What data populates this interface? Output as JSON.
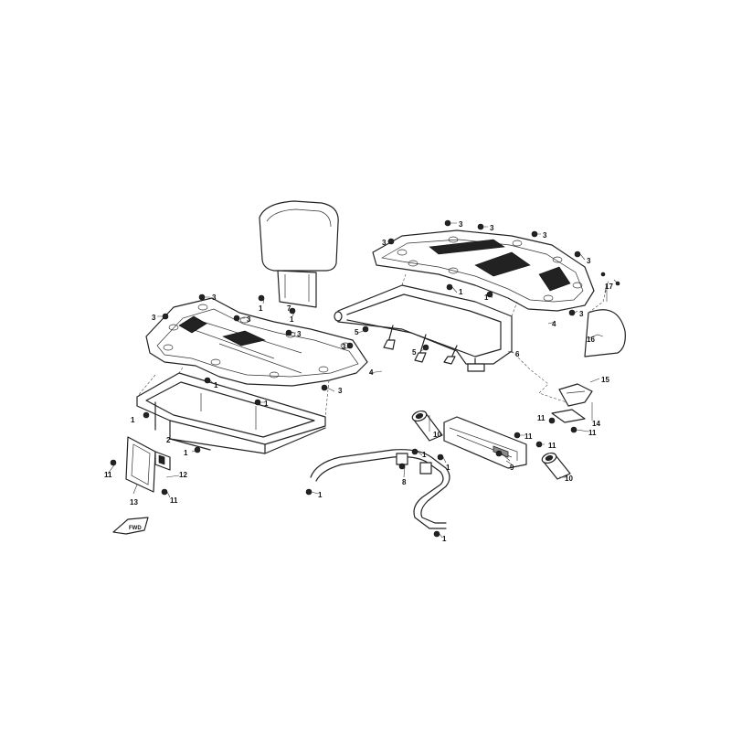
{
  "title": "",
  "callouts": {
    "c1": "1",
    "c2": "2",
    "c3": "3",
    "c4": "4",
    "c5": "5",
    "c6": "6",
    "c7": "7",
    "c8": "8",
    "c9": "9",
    "c10": "10",
    "c11": "11",
    "c12": "12",
    "c13": "13",
    "c14": "14",
    "c15": "15",
    "c16": "16",
    "c17": "17"
  },
  "badge": {
    "label": "FWD"
  },
  "icons": {
    "backrest": "backrest-icon",
    "front_rack": "front-rack-icon",
    "rear_rack": "rear-rack-icon",
    "grab_bar": "grab-bar-icon",
    "plate_bracket": "license-plate-bracket-icon",
    "bushing": "bushing-icon"
  }
}
